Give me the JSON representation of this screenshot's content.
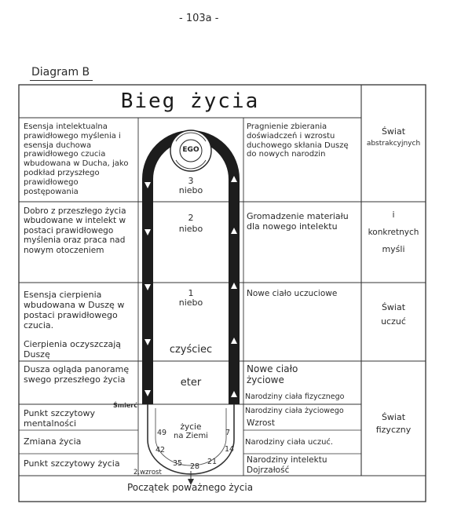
{
  "page_number": "- 103a -",
  "diagram_label": "Diagram B",
  "title": "Bieg życia",
  "ego_label": "EGO",
  "left_column": [
    "Esensja intelektualna prawidłowego myślenia i esensja duchowa prawidłowego czucia wbudowana w Ducha, jako podkład przyszłego prawidłowego postępowania",
    "Dobro z przeszłego życia wbudowane w intelekt w postaci prawidłowego myślenia oraz praca nad nowym otoczeniem",
    "Esensja cierpienia wbudowana w Duszę w postaci prawidłowego czucia.",
    "Cierpienia oczyszczają Duszę",
    "Dusza ogląda panoramę swego przeszłego życia",
    "Punkt szczytowy mentalności",
    "Zmiana życia",
    "Punkt szczytowy życia"
  ],
  "center_labels": {
    "niebo3_num": "3",
    "niebo3": "niebo",
    "niebo2_num": "2",
    "niebo2": "niebo",
    "niebo1_num": "1",
    "niebo1": "niebo",
    "czysciec": "czyściec",
    "eter": "eter",
    "smierc": "Śmierć",
    "zycie_line1": "życie",
    "zycie_line2": "na Ziemi",
    "wzrost2": "2.wzrost",
    "ages": [
      "49",
      "42",
      "35",
      "28",
      "21",
      "14",
      "7"
    ]
  },
  "right_column": [
    "Pragnienie zbierania doświadczeń i wzrostu duchowego skłania Duszę do nowych narodzin",
    "Gromadzenie materiału dla nowego intelektu",
    "Nowe ciało uczuciowe",
    "Nowe ciało życiowe",
    "Narodziny ciała fizycznego",
    "Narodziny ciała życiowego",
    "Wzrost",
    "Narodziny ciała uczuć.",
    "Narodziny intelektu",
    "Dojrzałość"
  ],
  "worlds": {
    "abstract_line1": "Świat",
    "abstract_line2": "abstrakcyjnych",
    "concrete_line1": "i",
    "concrete_line2": "konkretnych",
    "concrete_line3": "myśli",
    "feelings_line1": "Świat",
    "feelings_line2": "uczuć",
    "physical_line1": "Świat",
    "physical_line2": "fizyczny"
  },
  "footer": "Początek poważnego życia"
}
